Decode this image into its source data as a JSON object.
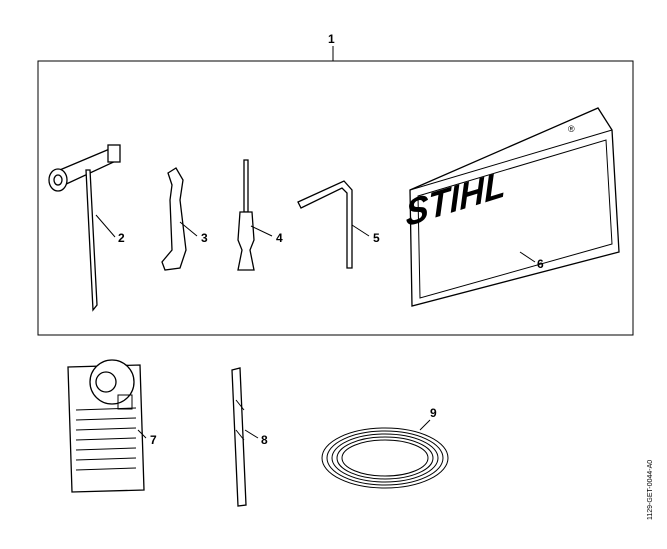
{
  "callouts": {
    "c1": "1",
    "c2": "2",
    "c3": "3",
    "c4": "4",
    "c5": "5",
    "c6": "6",
    "c7": "7",
    "c8": "8",
    "c9": "9"
  },
  "logo_text": "STIHL",
  "drawing_code": "1129-GET-0044-A0"
}
